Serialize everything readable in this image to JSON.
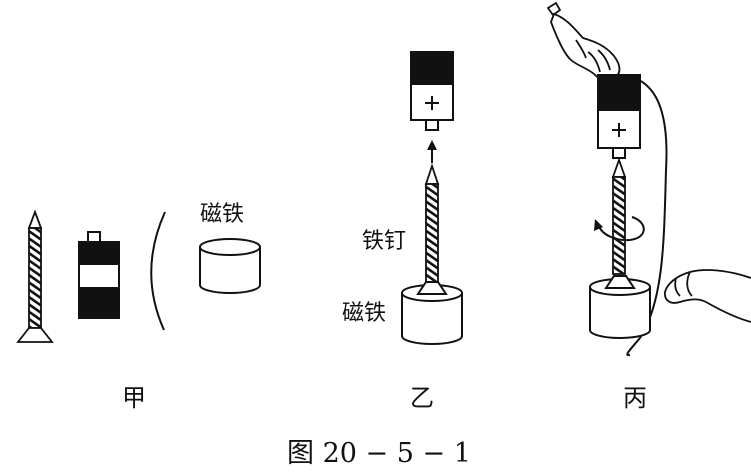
{
  "labels": {
    "magnet_a": "磁铁",
    "nail_b": "铁钉",
    "magnet_b": "磁铁",
    "battery_plus": "+",
    "panel_a": "甲",
    "panel_b": "乙",
    "panel_c": "丙"
  },
  "caption": "图 20 − 5 − 1",
  "colors": {
    "ink": "#111111",
    "paper": "#ffffff"
  }
}
